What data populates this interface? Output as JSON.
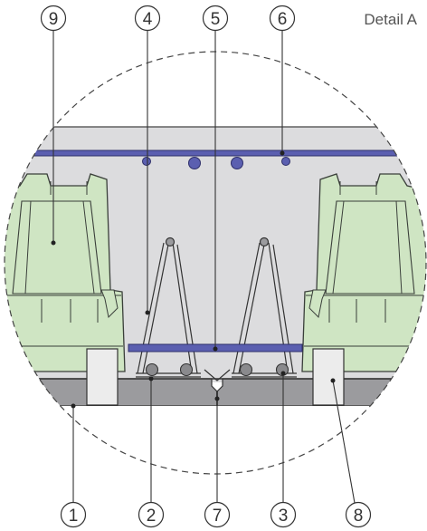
{
  "title": "Detail A",
  "callouts": {
    "c1": "1",
    "c2": "2",
    "c3": "3",
    "c4": "4",
    "c5": "5",
    "c6": "6",
    "c7": "7",
    "c8": "8",
    "c9": "9"
  },
  "colors": {
    "background": "#ffffff",
    "concrete": "#dcdcde",
    "precast_slab": "#9b9b9e",
    "formwork_block": "#cfe5c3",
    "formwork_line": "#3a3f3a",
    "rebar": "#5b5fb0",
    "spacer_block": "#ececec",
    "outline": "#333333"
  }
}
